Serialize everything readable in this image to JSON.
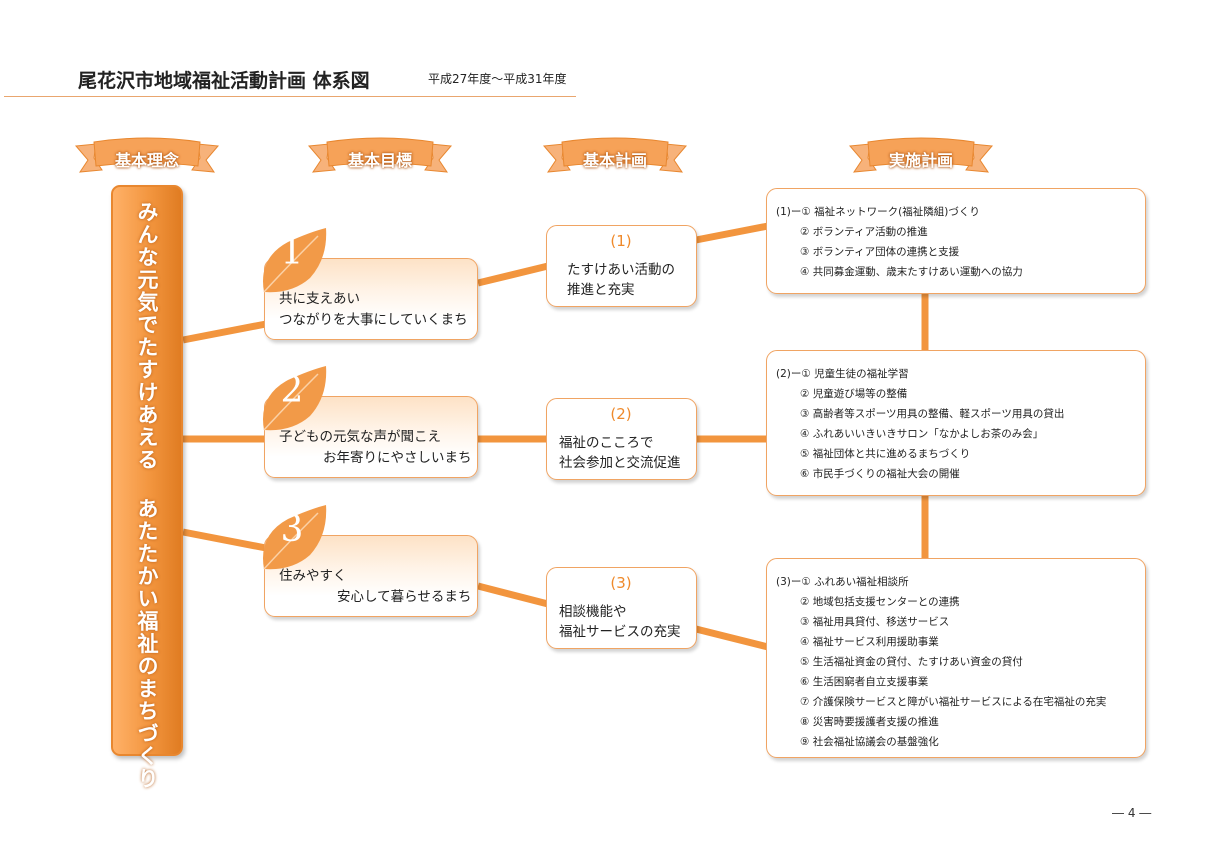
{
  "header": {
    "title": "尾花沢市地域福祉活動計画 体系図",
    "period": "平成27年度〜平成31年度"
  },
  "column_headers": [
    "基本理念",
    "基本目標",
    "基本計画",
    "実施計画"
  ],
  "motto": "みんな元気でたすけあえる あたたかい福祉のまちづくり",
  "goals": [
    {
      "number": "1",
      "lines": [
        "共に支えあい",
        "つながりを大事にしていくまち"
      ]
    },
    {
      "number": "2",
      "lines": [
        "子どもの元気な声が聞こえ",
        "お年寄りにやさしいまち"
      ]
    },
    {
      "number": "3",
      "lines": [
        "住みやすく",
        "安心して暮らせるまち"
      ]
    }
  ],
  "plans": [
    {
      "number": "(1)",
      "lines": [
        "たすけあい活動の",
        "推進と充実"
      ]
    },
    {
      "number": "(2)",
      "lines": [
        "福祉のこころで",
        "社会参加と交流促進"
      ]
    },
    {
      "number": "(3)",
      "lines": [
        "相談機能や",
        "福祉サービスの充実"
      ]
    }
  ],
  "implementations": [
    {
      "items": [
        "(1)ー① 福祉ネットワーク(福祉隣組)づくり",
        "② ボランティア活動の推進",
        "③ ボランティア団体の連携と支援",
        "④ 共同募金運動、歳末たすけあい運動への協力"
      ]
    },
    {
      "items": [
        "(2)ー① 児童生徒の福祉学習",
        "② 児童遊び場等の整備",
        "③ 高齢者等スポーツ用具の整備、軽スポーツ用具の貸出",
        "④ ふれあいいきいきサロン「なかよしお茶のみ会」",
        "⑤ 福祉団体と共に進めるまちづくり",
        "⑥ 市民手づくりの福祉大会の開催"
      ]
    },
    {
      "items": [
        "(3)ー① ふれあい福祉相談所",
        "② 地域包括支援センターとの連携",
        "③ 福祉用具貸付、移送サービス",
        "④ 福祉サービス利用援助事業",
        "⑤ 生活福祉資金の貸付、たすけあい資金の貸付",
        "⑥ 生活困窮者自立支援事業",
        "⑦ 介護保険サービスと障がい福祉サービスによる在宅福祉の充実",
        "⑧ 災害時要援護者支援の推進",
        "⑨ 社会福祉協議会の基盤強化"
      ]
    }
  ],
  "page_number": "― 4 ―",
  "colors": {
    "accent": "#f2953e",
    "border": "#f0a463",
    "title_number": "#ef8a2b"
  }
}
